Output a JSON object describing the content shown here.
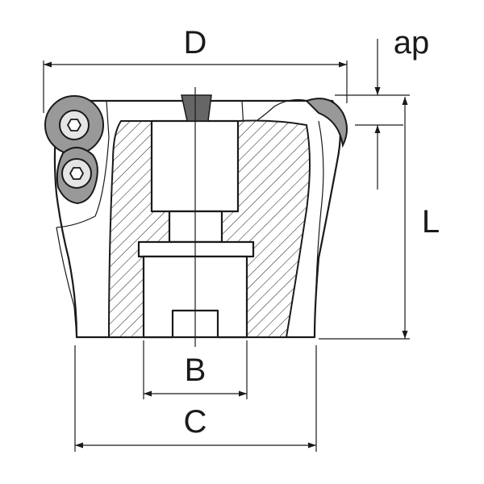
{
  "labels": {
    "D": "D",
    "ap": "ap",
    "L": "L",
    "B": "B",
    "C": "C"
  },
  "colors": {
    "line": "#1a1a1a",
    "insert_fill": "#999999",
    "screw_head": "#e5e5e5",
    "background": "#ffffff"
  },
  "icons": {
    "screw": "hex-socket-screw-icon"
  }
}
